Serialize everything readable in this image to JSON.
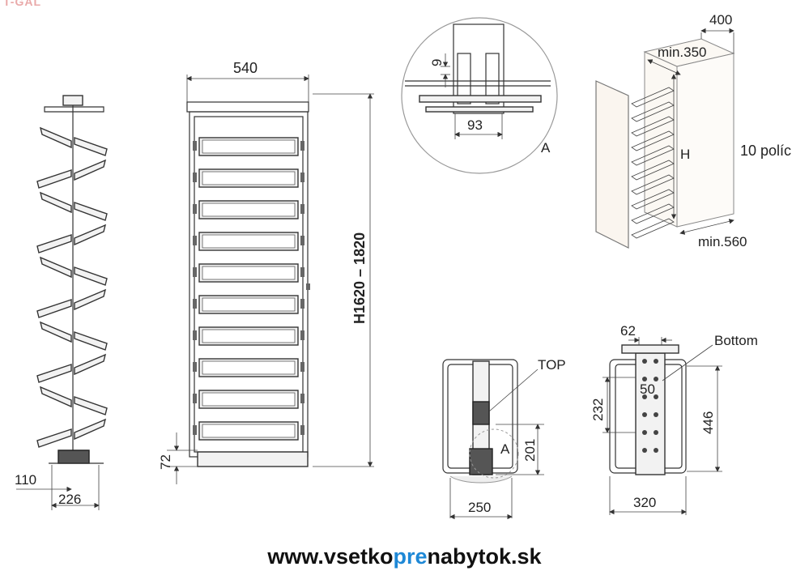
{
  "brand": {
    "text": "T-GAL"
  },
  "side_rack": {
    "dim_depth": "110",
    "dim_width": "226"
  },
  "front_view": {
    "dim_width": "540",
    "dim_height": "H1620 – 1820",
    "dim_base": "72"
  },
  "detail_a": {
    "dim_gap": "9",
    "dim_width": "93",
    "label": "A"
  },
  "cabinet_3d": {
    "dim_depth": "400",
    "min_width": "min.350",
    "height_label": "H",
    "min_depth": "min.560",
    "shelves_note": "10 políc"
  },
  "top_view": {
    "label": "TOP",
    "dim_offset": "201",
    "dim_width": "250",
    "detail_label": "A"
  },
  "bottom_view": {
    "label": "Bottom",
    "dim_top": "62",
    "dim_inner": "50",
    "dim_height_left": "232",
    "dim_height_right": "446",
    "dim_width": "320"
  },
  "footer": {
    "url_prefix": "www.vsetko",
    "url_highlight": "pre",
    "url_suffix": "nabytok.sk",
    "highlight_color": "#1e88d6"
  }
}
